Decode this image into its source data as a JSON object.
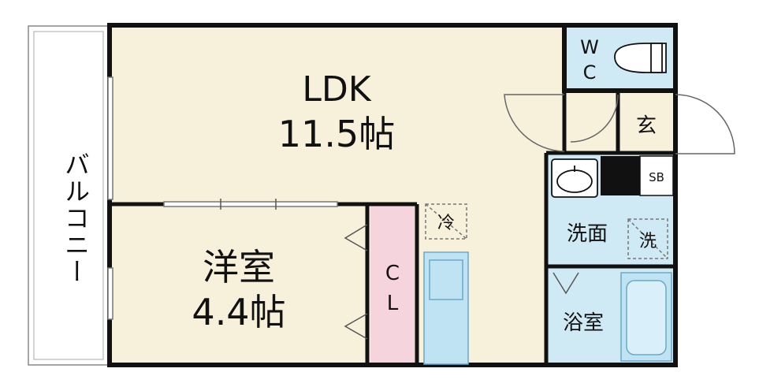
{
  "colors": {
    "wall": "#111111",
    "living_floor": "#f7f1dc",
    "wet_area": "#cfe9f5",
    "closet": "#f6d4de",
    "balcony": "#ffffff",
    "fixture": "#bfe3f3",
    "fixture_line": "#6aa9c8",
    "door_line": "#777777"
  },
  "rooms": {
    "ldk": {
      "name": "LDK",
      "size": "11.5帖"
    },
    "western": {
      "name": "洋室",
      "size": "4.4帖"
    },
    "closet": {
      "letter1": "C",
      "letter2": "L"
    },
    "wc": {
      "letter1": "W",
      "letter2": "C"
    },
    "entrance": {
      "name": "玄"
    },
    "shoebox": {
      "name": "SB"
    },
    "washroom": {
      "name": "洗面"
    },
    "bathroom": {
      "name": "浴室"
    },
    "balcony": {
      "name": "バルコニー"
    }
  },
  "fixtures": {
    "fridge": {
      "label": "冷"
    },
    "washer": {
      "label": "洗"
    }
  }
}
